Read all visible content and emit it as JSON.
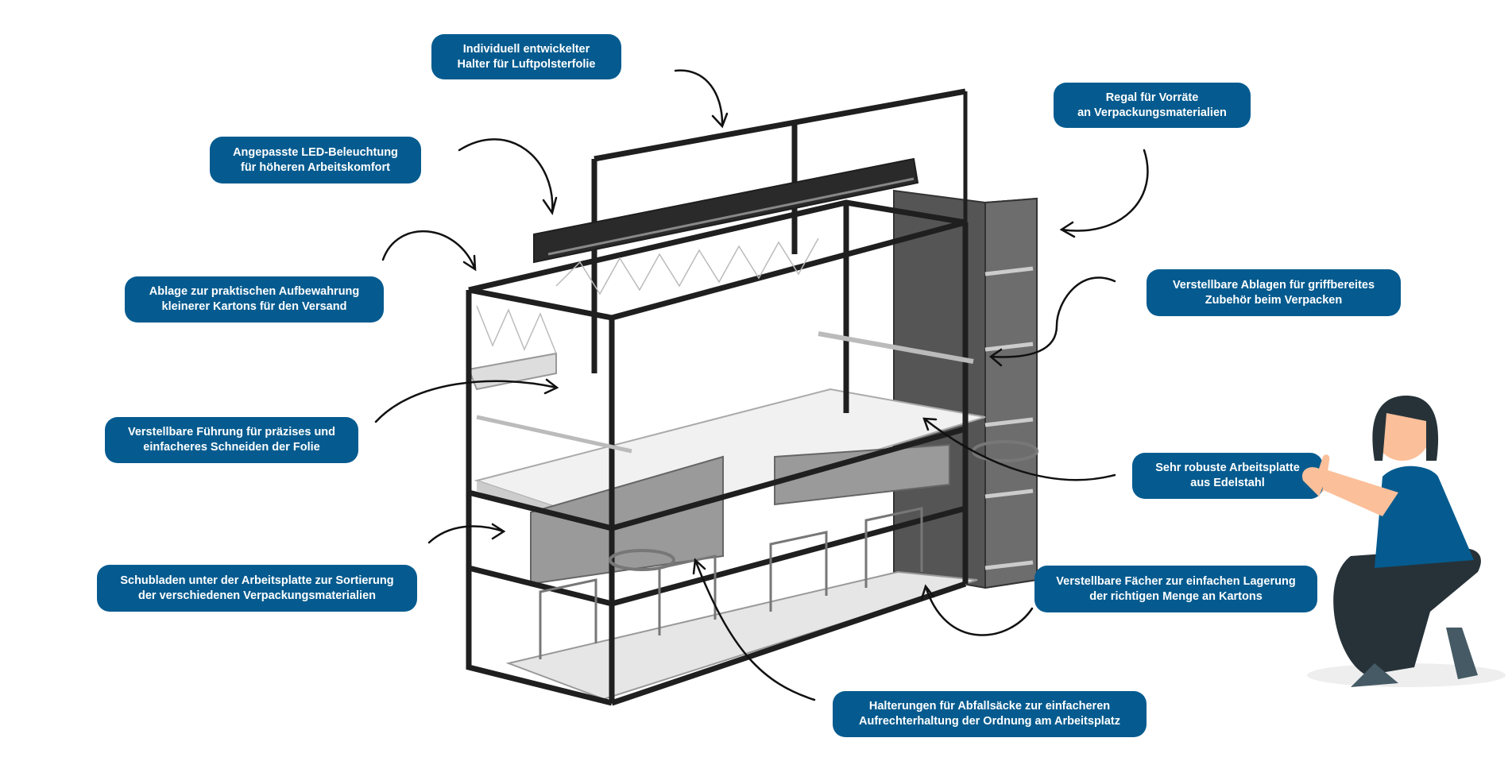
{
  "labels": [
    {
      "line1": "Individuell entwickelter",
      "line2": "Halter für Luftpolsterfolie"
    },
    {
      "line1": "Angepasste LED-Beleuchtung",
      "line2": "für höheren Arbeitskomfort"
    },
    {
      "line1": "Ablage zur praktischen Aufbewahrung",
      "line2": "kleinerer Kartons für den Versand"
    },
    {
      "line1": "Verstellbare Führung für präzises und",
      "line2": "einfacheres Schneiden der Folie"
    },
    {
      "line1": "Schubladen unter der Arbeitsplatte zur Sortierung",
      "line2": "der verschiedenen Verpackungsmaterialien"
    },
    {
      "line1": "Regal für Vorräte",
      "line2": "an Verpackungsmaterialien"
    },
    {
      "line1": "Verstellbare Ablagen für griffbereites",
      "line2": "Zubehör beim Verpacken"
    },
    {
      "line1": "Sehr robuste Arbeitsplatte",
      "line2": "aus Edelstahl"
    },
    {
      "line1": "Verstellbare Fächer zur einfachen Lagerung",
      "line2": "der richtigen Menge an Kartons"
    },
    {
      "line1": "Halterungen für Abfallsäcke zur einfacheren",
      "line2": "Aufrechterhaltung der Ordnung am Arbeitsplatz"
    }
  ],
  "colors": {
    "label_bg": "#055b8f",
    "frame": "#1f1f1f",
    "shirt": "#055b8f",
    "skin": "#fbbf9a"
  }
}
